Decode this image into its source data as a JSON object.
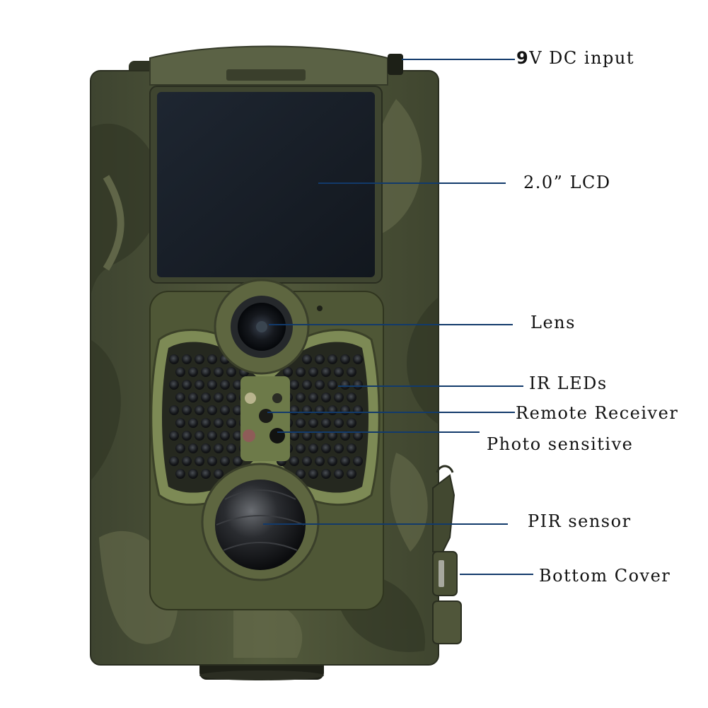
{
  "callouts": {
    "dc_input": {
      "bold_part": "9",
      "rest": "V DC input"
    },
    "lcd": "2.0”  LCD",
    "lens": "Lens",
    "ir_leds": "IR LEDs",
    "remote_receiver": "Remote Receiver",
    "photo_sensitive": "Photo sensitive",
    "pir_sensor": "PIR sensor",
    "bottom_cover": "Bottom Cover"
  },
  "colors": {
    "leader_line": "#123a6b",
    "camo_base": "#4b5135",
    "camo_dark": "#2e3322",
    "camo_light": "#6a6f4e",
    "panel_green": "#5d6840",
    "lcd_screen": "#1a2029"
  }
}
